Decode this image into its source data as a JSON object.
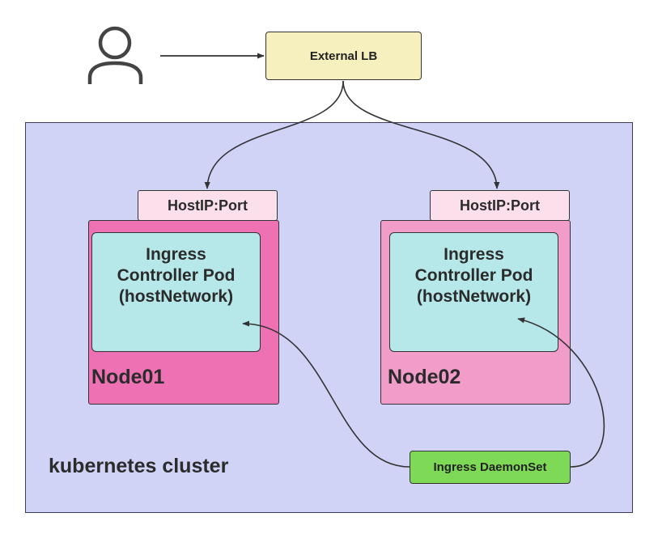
{
  "external_lb": {
    "label": "External LB"
  },
  "cluster": {
    "label": "kubernetes cluster"
  },
  "nodes": [
    {
      "label": "Node01",
      "hostport_label": "HostIP:Port",
      "pod_lines": [
        "Ingress",
        "Controller Pod",
        "(hostNetwork)"
      ]
    },
    {
      "label": "Node02",
      "hostport_label": "HostIP:Port",
      "pod_lines": [
        "Ingress",
        "Controller Pod",
        "(hostNetwork)"
      ]
    }
  ],
  "daemonset": {
    "label": "Ingress DaemonSet"
  },
  "icons": {
    "user": "user-icon"
  },
  "colors": {
    "cluster": "#d0d3f6",
    "external_lb": "#f6efbe",
    "hostport": "#fbe0ec",
    "node01": "#ee72b3",
    "node02": "#f29cc9",
    "pod": "#b6e8e9",
    "daemonset": "#7ed957"
  }
}
